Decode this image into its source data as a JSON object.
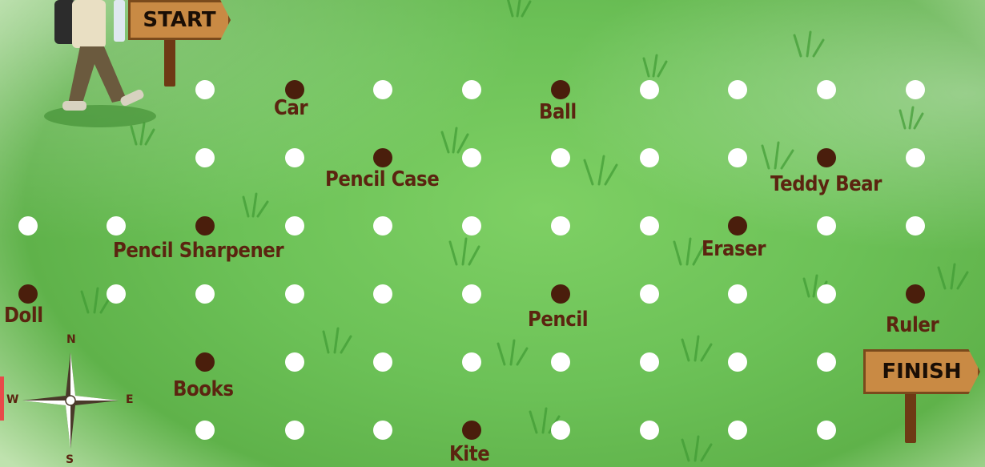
{
  "start_sign": {
    "label": "START"
  },
  "finish_sign": {
    "label": "FINISH"
  },
  "compass": {
    "n": "N",
    "s": "S",
    "e": "E",
    "w": "W"
  },
  "items": {
    "car": "Car",
    "ball": "Ball",
    "pencil_case": "Pencil Case",
    "teddy_bear": "Teddy Bear",
    "pencil_sharpener": "Pencil Sharpener",
    "eraser": "Eraser",
    "doll": "Doll",
    "pencil": "Pencil",
    "ruler": "Ruler",
    "books": "Books",
    "kite": "Kite"
  }
}
